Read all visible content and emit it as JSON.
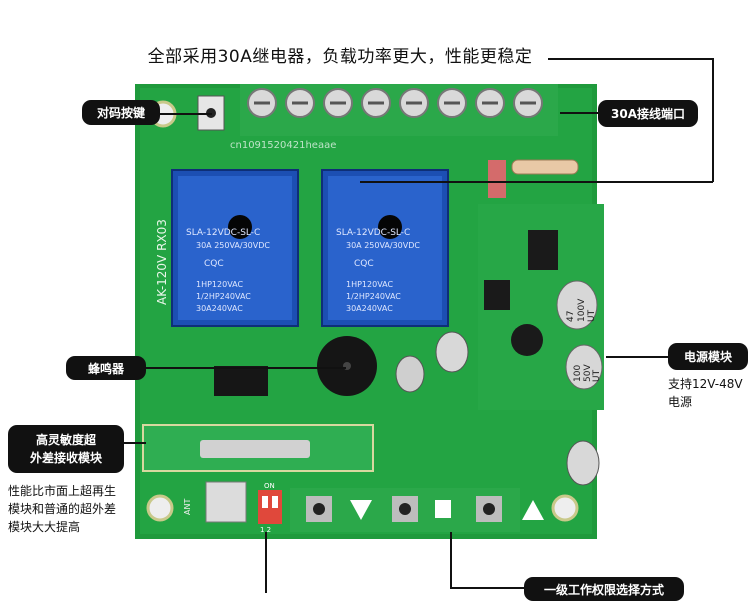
{
  "headline": "全部采用30A继电器，负载功率更大，性能更稳定",
  "labels": {
    "pairing_button": "对码按键",
    "terminal": "30A接线端口",
    "power_module": "电源模块",
    "power_note": [
      "支持12V-48V",
      "电源"
    ],
    "buzzer": "蜂鸣器",
    "receiver_module": [
      "高灵敏度超",
      "外差接收模块"
    ],
    "receiver_note": [
      "性能比市面上超再生",
      "模块和普通的超外差",
      "模块大大提高"
    ],
    "bottom_label": "一级工作权限选择方式"
  },
  "board": {
    "model_text": "AK-120V RX03",
    "relay": {
      "model": "SLA-12VDC-SL-C",
      "rating1": "30A 250VA/30VDC",
      "cert": "CQC",
      "hp1": "1HP120VAC",
      "hp2": "1/2HP240VAC",
      "rating2": "30A240VAC"
    },
    "capacitor1": [
      "47",
      "100V",
      "UT"
    ],
    "capacitor2": [
      "100",
      "50V",
      "UT"
    ],
    "dip_label": "ON",
    "dip_numbers": "1 2",
    "ant_label": "ANT",
    "watermark": "cn1091520421heaae"
  }
}
